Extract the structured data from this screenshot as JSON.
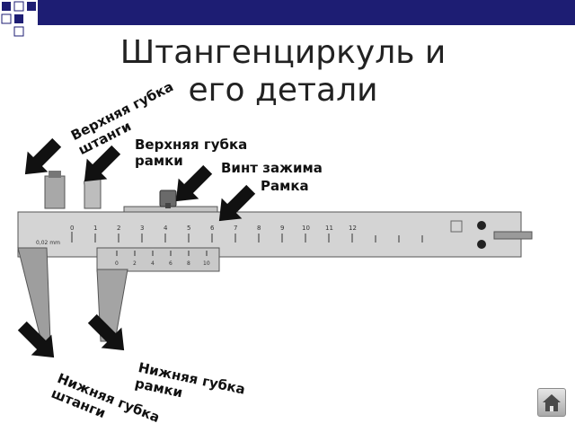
{
  "slide": {
    "title_line1": "Штангенциркуль и",
    "title_line2": "его детали"
  },
  "labels": {
    "upper_jaw_bar": "Верхняя губка\nштанги",
    "upper_jaw_frame": "Верхняя губка\nрамки",
    "clamp_screw": "Винт зажима",
    "frame": "Рамка",
    "lower_jaw_frame": "Нижняя губка\nрамки",
    "lower_jaw_bar": "Нижняя губка\nштанги"
  },
  "scale": {
    "main_numbers": [
      "0",
      "1",
      "2",
      "3",
      "4",
      "5",
      "6",
      "7",
      "8",
      "9",
      "10",
      "11",
      "12"
    ],
    "vernier_numbers": [
      "0",
      "2",
      "4",
      "6",
      "8",
      "10"
    ],
    "precision_mark": "0,02 mm"
  },
  "colors": {
    "top_bar": "#1d1d73",
    "arrow": "#111111",
    "steel": "#cfcfcf"
  },
  "icons": [
    "home-icon"
  ]
}
